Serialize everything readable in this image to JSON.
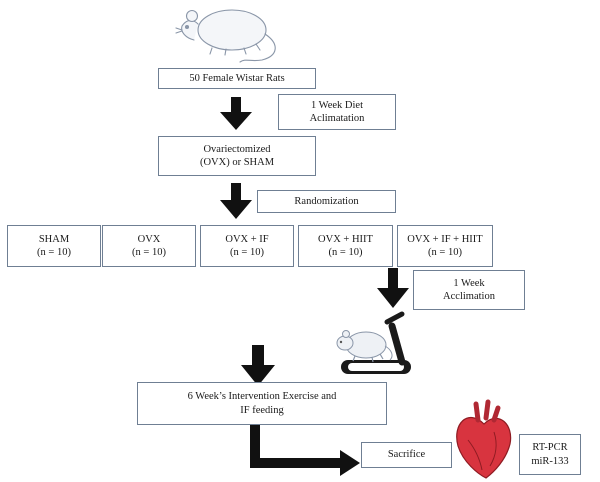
{
  "steps": {
    "rats": "50 Female Wistar Rats",
    "diet_l1": "1 Week Diet",
    "diet_l2": "Aclimatation",
    "ovx_l1": "Ovariectomized",
    "ovx_l2": "(OVX) or SHAM",
    "randomization": "Randomization",
    "acclim_l1": "1 Week",
    "acclim_l2": "Acclimation",
    "intervention_l1": "6 Week’s Intervention Exercise and",
    "intervention_l2": "IF feeding",
    "sacrifice": "Sacrifice",
    "rtpcr_l1": "RT-PCR",
    "rtpcr_l2": "miR-133"
  },
  "groups": [
    {
      "name": "SHAM",
      "n": "(n = 10)"
    },
    {
      "name": "OVX",
      "n": "(n = 10)"
    },
    {
      "name": "OVX + IF",
      "n": "(n = 10)"
    },
    {
      "name": "OVX + HIIT",
      "n": "(n = 10)"
    },
    {
      "name": "OVX + IF + HIIT",
      "n": "(n = 10)"
    }
  ],
  "colors": {
    "arrow": "#111111",
    "border": "#6f7f93",
    "heart": "#d8343f"
  },
  "icons": [
    "rat-icon",
    "rat-on-treadmill-icon",
    "heart-icon"
  ]
}
